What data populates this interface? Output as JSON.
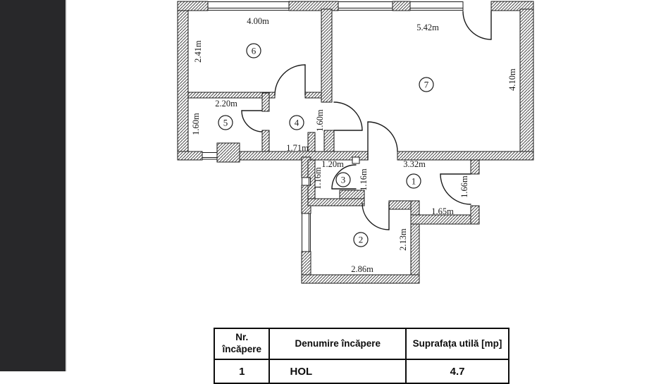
{
  "page": {
    "colors": {
      "sidebar": "#28282a",
      "divider": "#dedede",
      "line_color": "#1b1b1b",
      "paper": "#ffffff"
    }
  },
  "floorplan": {
    "room_numbers": [
      "1",
      "2",
      "3",
      "4",
      "5",
      "6",
      "7"
    ],
    "dimension_labels": {
      "room6_width": "4.00m",
      "room6_height": "2.41m",
      "room7_width": "5.42m",
      "room7_height": "4.10m",
      "room5_width": "2.20m",
      "room5_height": "1.60m",
      "room4_width": "1.71m",
      "room4_height": "1.60m",
      "room3_width": "1.20m",
      "room3_height_left": "1.16m",
      "room3_height_right": "1.16m",
      "room1_width": "3.32m",
      "room1_bottom": "1.65m",
      "room1_door": "1.66m",
      "room2_width": "2.86m",
      "room2_height": "2.13m"
    }
  },
  "table": {
    "headers": [
      "Nr.\nîncăpere",
      "Denumire încăpere",
      "Suprafața utilă [mp]"
    ],
    "rows": [
      {
        "nr": "1",
        "denumire": "HOL",
        "suprafata": "4.7"
      }
    ]
  }
}
